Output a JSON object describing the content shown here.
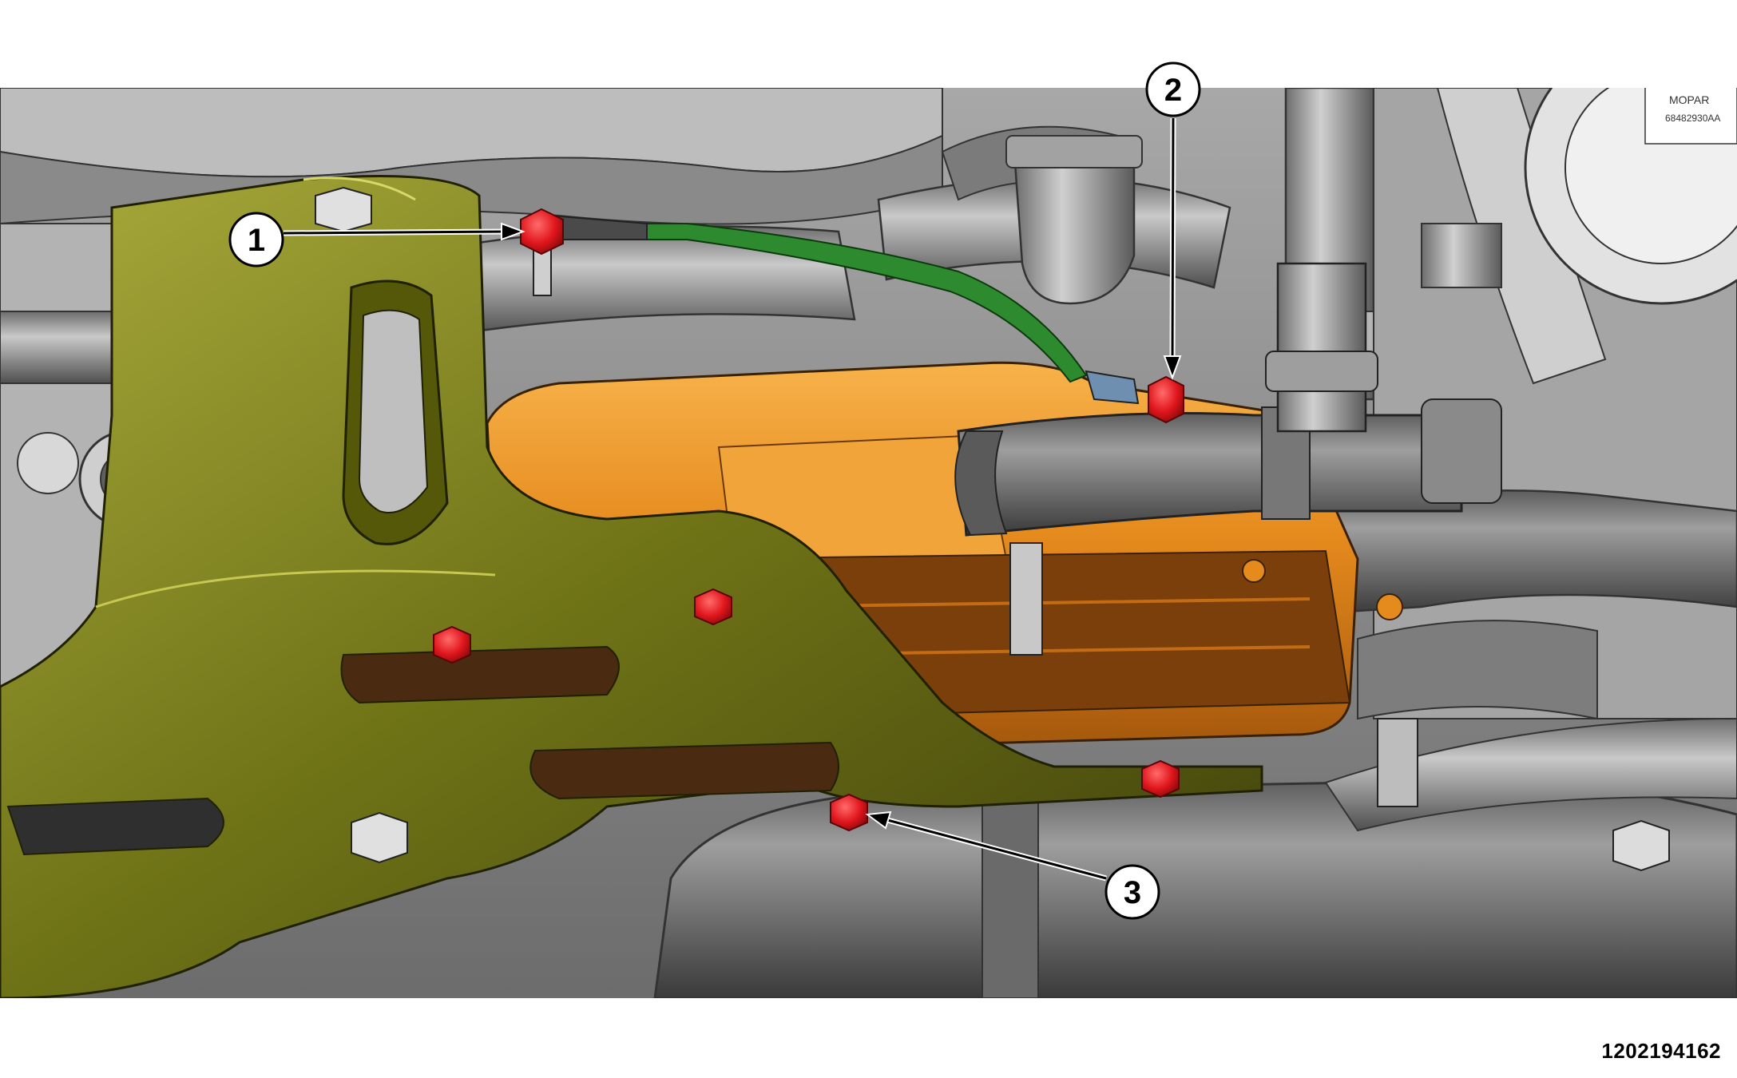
{
  "figure": {
    "id_label": "1202194162",
    "callouts": [
      {
        "number": "1",
        "target": "ground-strap-nut"
      },
      {
        "number": "2",
        "target": "ground-strap-connector-nut"
      },
      {
        "number": "3",
        "target": "mounting-nut"
      }
    ],
    "sticker_text": [
      "MOPAR",
      "68482930AA"
    ],
    "colors": {
      "background": "#ffffff",
      "engine_gray": "#8d8d8d",
      "bracket_olive": "#6e7216",
      "module_orange": "#e58a1d",
      "fastener_red": "#e0161c",
      "ground_strap_green": "#2e8a2e",
      "callout_circle": "#ffffff",
      "leader_line": "#000000"
    }
  }
}
